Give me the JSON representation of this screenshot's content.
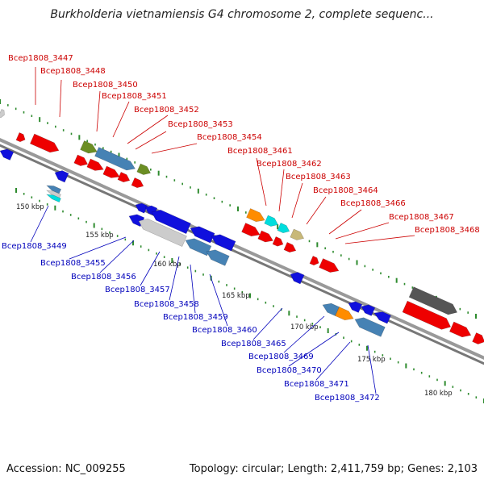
{
  "title": "Burkholderia vietnamiensis G4 chromosome 2, complete sequenc...",
  "footer": {
    "accession": "Accession: NC_009255",
    "stats": "Topology: circular; Length: 2,411,759 bp; Genes: 2,103"
  },
  "colors": {
    "backbone": "#888888",
    "forward_label": "#cc0000",
    "reverse_label": "#0000bb",
    "tick": "#2e8b2e",
    "forward_gene": "#ee0000",
    "reverse_gene": "#1010dd",
    "steelblue": "#4682b4",
    "lightgray": "#cccccc",
    "olive": "#6b8e23",
    "orange": "#ff8c00",
    "cyan": "#00dddd",
    "darkgray": "#555555",
    "tan": "#c8b878"
  },
  "kbp_labels": [
    "150 kbp",
    "155 kbp",
    "160 kbp",
    "165 kbp",
    "170 kbp",
    "175 kbp",
    "180 kbp"
  ],
  "forward_labels": [
    "Bcep1808_3447",
    "Bcep1808_3448",
    "Bcep1808_3450",
    "Bcep1808_3451",
    "Bcep1808_3452",
    "Bcep1808_3453",
    "Bcep1808_3454",
    "Bcep1808_3461",
    "Bcep1808_3462",
    "Bcep1808_3463",
    "Bcep1808_3464",
    "Bcep1808_3466",
    "Bcep1808_3467",
    "Bcep1808_3468"
  ],
  "reverse_labels": [
    "Bcep1808_3449",
    "Bcep1808_3455",
    "Bcep1808_3456",
    "Bcep1808_3457",
    "Bcep1808_3458",
    "Bcep1808_3459",
    "Bcep1808_3460",
    "Bcep1808_3465",
    "Bcep1808_3469",
    "Bcep1808_3470",
    "Bcep1808_3471",
    "Bcep1808_3472"
  ]
}
